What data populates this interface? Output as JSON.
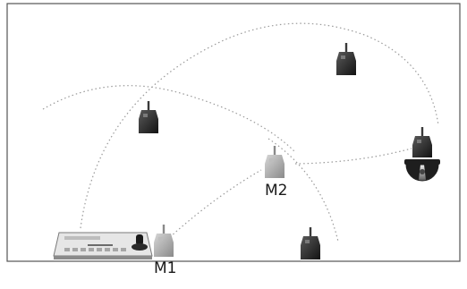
{
  "diagram": {
    "nodes": [
      {
        "id": "M1",
        "label": "M1",
        "icon": "radio-device-icon"
      },
      {
        "id": "M2",
        "label": "M2",
        "icon": "radio-device-icon"
      },
      {
        "id": "node-left",
        "label": "",
        "icon": "radio-device-icon"
      },
      {
        "id": "node-top",
        "label": "",
        "icon": "radio-device-icon"
      },
      {
        "id": "node-bottom",
        "label": "",
        "icon": "radio-device-icon"
      },
      {
        "id": "node-camera",
        "label": "",
        "icon": "dome-camera-radio-icon"
      }
    ],
    "equipment": [
      {
        "id": "controller",
        "icon": "control-keyboard-icon"
      }
    ],
    "colors": {
      "frame": "#555555",
      "link": "#9a9a9a",
      "device_dark": "#2e2e2e",
      "device_light": "#9a9a9a"
    }
  }
}
